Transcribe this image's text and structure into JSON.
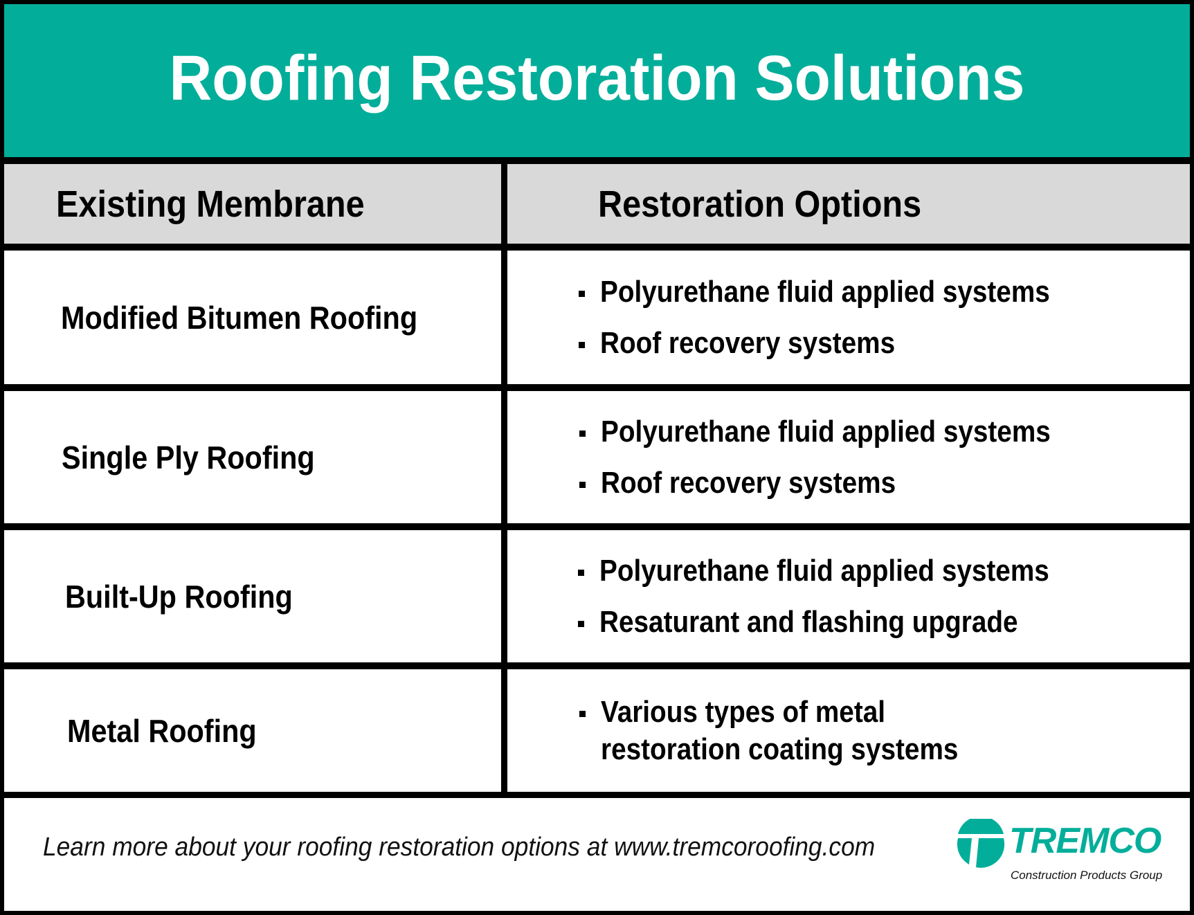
{
  "title": "Roofing Restoration Solutions",
  "colors": {
    "brand_teal": "#02ae9a",
    "header_grey": "#d9d9d9",
    "border": "#000000",
    "text": "#000000"
  },
  "table": {
    "headers": {
      "membrane": "Existing Membrane",
      "options": "Restoration Options"
    },
    "rows": [
      {
        "membrane": "Modified Bitumen Roofing",
        "options": [
          "Polyurethane fluid applied systems",
          "Roof recovery systems"
        ]
      },
      {
        "membrane": "Single Ply Roofing",
        "options": [
          "Polyurethane fluid applied systems",
          "Roof recovery systems"
        ]
      },
      {
        "membrane": "Built-Up Roofing",
        "options": [
          "Polyurethane fluid applied systems",
          "Resaturant and flashing upgrade"
        ]
      },
      {
        "membrane": "Metal Roofing",
        "options": [
          "Various types of metal restoration coating systems"
        ]
      }
    ]
  },
  "footer": {
    "text": "Learn more about your roofing restoration options at www.tremcoroofing.com",
    "logo": {
      "icon": "tremco-t-logo-icon",
      "wordmark": "TREMCO",
      "tagline": "Construction Products Group"
    }
  }
}
